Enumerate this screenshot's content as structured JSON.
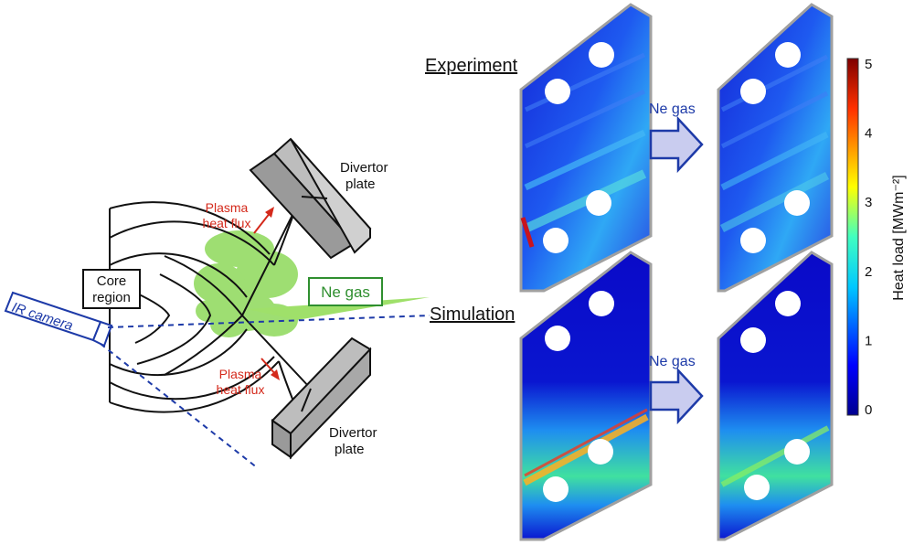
{
  "labels": {
    "core_region_line1": "Core",
    "core_region_line2": "region",
    "ir_camera": "IR camera",
    "plasma_heat_flux_top_1": "Plasma",
    "plasma_heat_flux_top_2": "heat flux",
    "plasma_heat_flux_bottom_1": "Plasma",
    "plasma_heat_flux_bottom_2": "heat flux",
    "divertor_top_1": "Divertor",
    "divertor_top_2": "plate",
    "divertor_bottom_1": "Divertor",
    "divertor_bottom_2": "plate",
    "ne_gas_box": "Ne gas",
    "experiment": "Experiment",
    "simulation": "Simulation",
    "ne_gas_arrow_top": "Ne gas",
    "ne_gas_arrow_bottom": "Ne gas"
  },
  "colorbar": {
    "title": "Heat load [MWm⁻²]",
    "ticks": [
      "5",
      "4",
      "3",
      "2",
      "1",
      "0"
    ]
  },
  "colors": {
    "plasma_red": "#d4291b",
    "gas_green": "#7dd64d",
    "ne_blue": "#1d3aa8",
    "plate_gray": "#a9a9a9",
    "arrow_fill": "#c9ccef"
  }
}
